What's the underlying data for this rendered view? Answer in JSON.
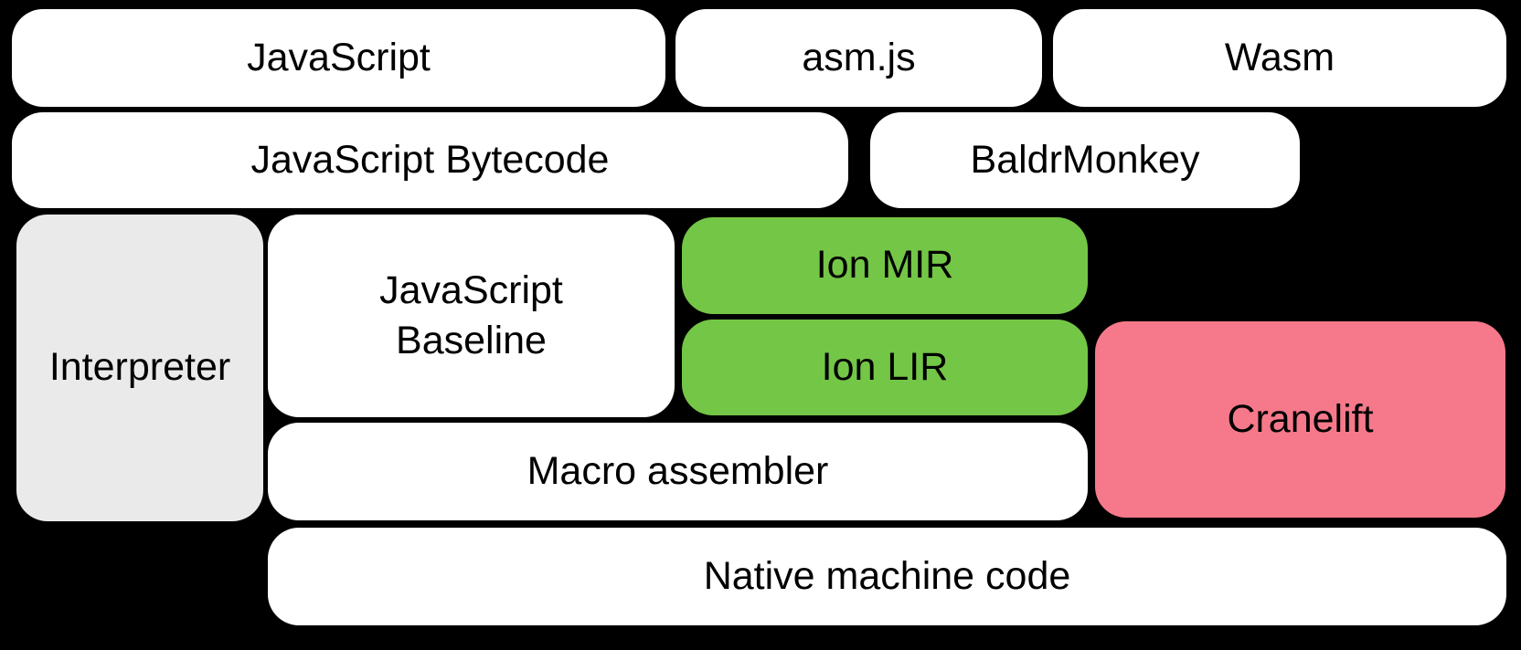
{
  "palette": {
    "background": "#000000",
    "box-white": "#ffffff",
    "box-gray": "#eaeaea",
    "box-green": "#74c646",
    "box-pink": "#f5798a",
    "text": "#000000"
  },
  "nodes": {
    "javascript": {
      "label": "JavaScript",
      "fill": "white"
    },
    "asmjs": {
      "label": "asm.js",
      "fill": "white"
    },
    "wasm": {
      "label": "Wasm",
      "fill": "white"
    },
    "javascript_bytecode": {
      "label": "JavaScript Bytecode",
      "fill": "white"
    },
    "baldrmonkey": {
      "label": "BaldrMonkey",
      "fill": "white"
    },
    "interpreter": {
      "label": "Interpreter",
      "fill": "gray"
    },
    "javascript_baseline": {
      "label": "JavaScript\nBaseline",
      "fill": "white"
    },
    "ion_mir": {
      "label": "Ion MIR",
      "fill": "green"
    },
    "ion_lir": {
      "label": "Ion LIR",
      "fill": "green"
    },
    "cranelift": {
      "label": "Cranelift",
      "fill": "pink"
    },
    "macro_assembler": {
      "label": "Macro assembler",
      "fill": "white"
    },
    "native_machine_code": {
      "label": "Native machine code",
      "fill": "white"
    }
  }
}
